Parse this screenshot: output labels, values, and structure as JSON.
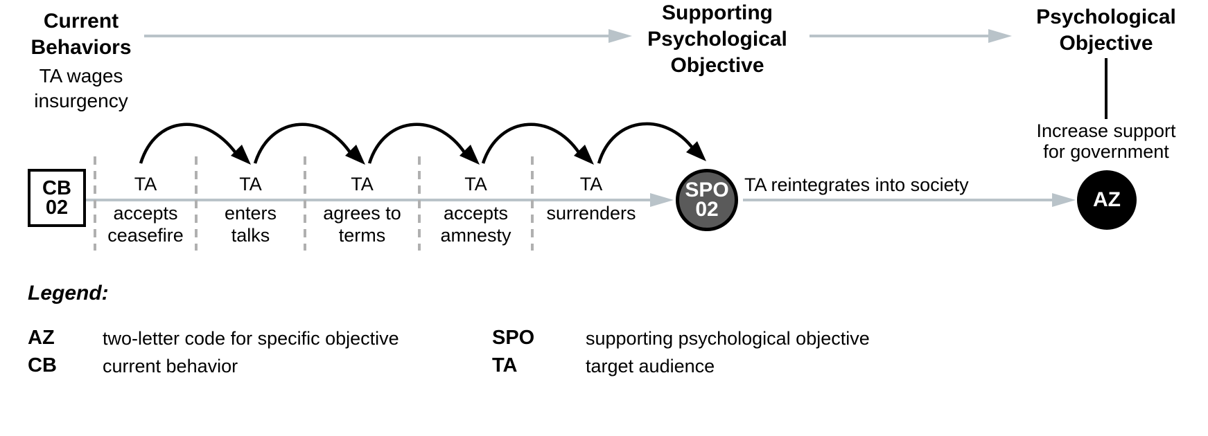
{
  "headers": {
    "current_behaviors": [
      "Current",
      "Behaviors"
    ],
    "current_behaviors_desc": [
      "TA wages",
      "insurgency"
    ],
    "supporting_objective": [
      "Supporting",
      "Psychological",
      "Objective"
    ],
    "psych_objective": [
      "Psychological",
      "Objective"
    ],
    "psych_objective_desc": [
      "Increase support",
      "for government"
    ]
  },
  "cb_node": {
    "line1": "CB",
    "line2": "02"
  },
  "spo_node": {
    "line1": "SPO",
    "line2": "02"
  },
  "az_node": {
    "label": "AZ"
  },
  "steps": [
    {
      "actor": "TA",
      "line1": "accepts",
      "line2": "ceasefire"
    },
    {
      "actor": "TA",
      "line1": "enters",
      "line2": "talks"
    },
    {
      "actor": "TA",
      "line1": "agrees to",
      "line2": "terms"
    },
    {
      "actor": "TA",
      "line1": "accepts",
      "line2": "amnesty"
    },
    {
      "actor": "TA",
      "line1": "surrenders",
      "line2": ""
    }
  ],
  "spo_to_az_label": "TA reintegrates into society",
  "legend": {
    "title": "Legend:",
    "items": [
      {
        "abbr": "AZ",
        "def": "two-letter code for specific objective"
      },
      {
        "abbr": "CB",
        "def": "current behavior"
      },
      {
        "abbr": "SPO",
        "def": "supporting psychological objective"
      },
      {
        "abbr": "TA",
        "def": "target audience"
      }
    ]
  },
  "colors": {
    "arrow_gray": "#b9c3c9",
    "divider_gray": "#b0b0b0",
    "spo_fill": "#5a5a5a",
    "az_fill": "#000000"
  }
}
